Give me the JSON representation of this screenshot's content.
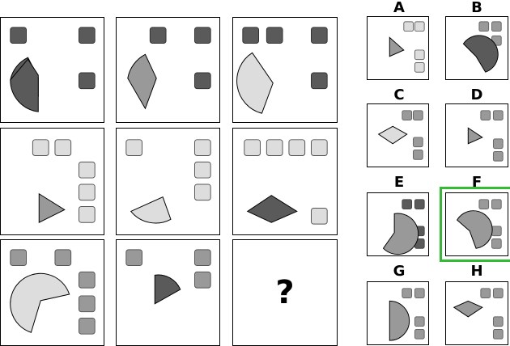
{
  "puzzle": {
    "question_mark": "?"
  },
  "options": {
    "labels": [
      "A",
      "B",
      "C",
      "D",
      "E",
      "F",
      "G",
      "H"
    ],
    "selected": "F",
    "highlight_color": "#33bb33"
  },
  "colors": {
    "dark": "#5a5a5a",
    "medium": "#999999",
    "light": "#dddddd",
    "outline": "#000000"
  }
}
